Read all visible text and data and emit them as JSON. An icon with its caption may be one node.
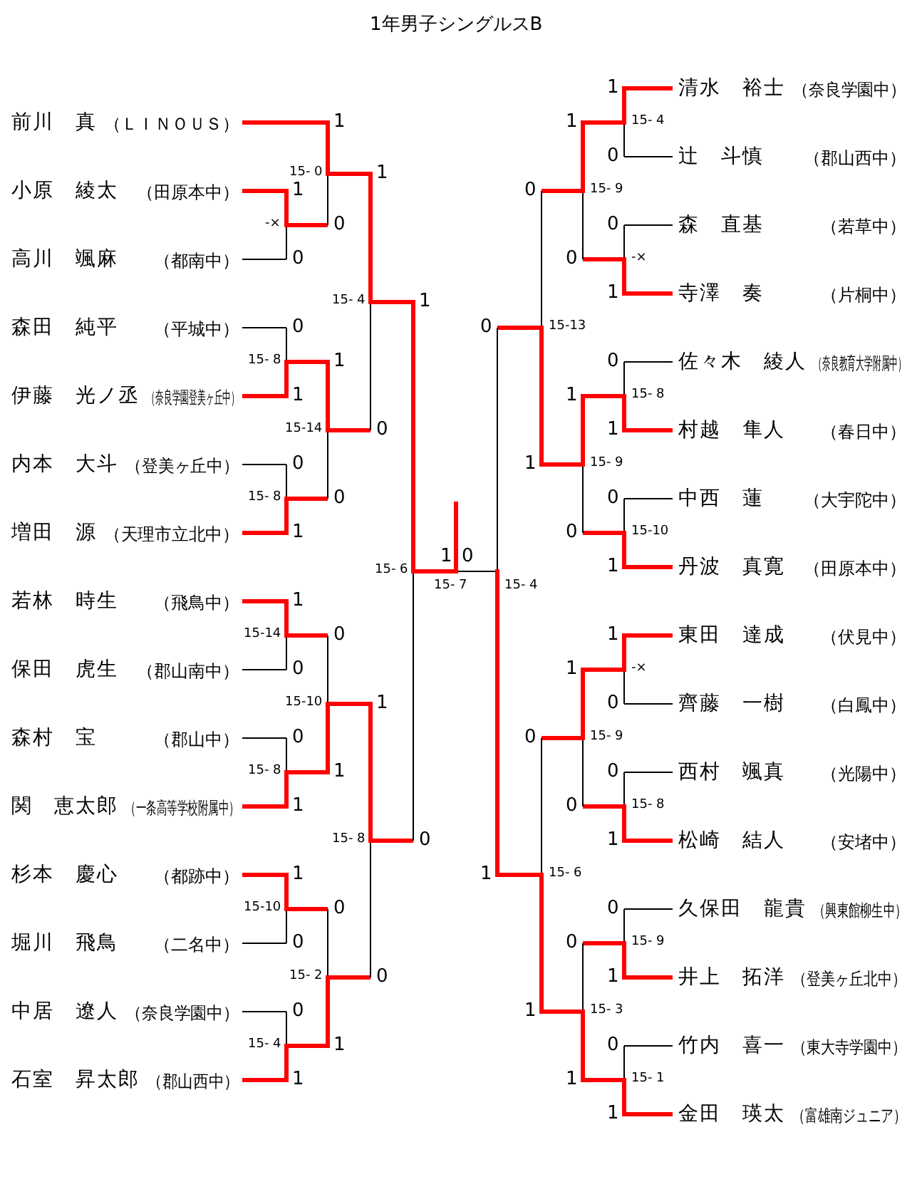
{
  "diagram": {
    "title": "1年男子シングルスB",
    "nodes": [
      {
        "text": [
          "前川　真",
          "（ＬＩＮＯＵＳ）"
        ]
      },
      {
        "text": [
          "小原　綾太",
          "（田原本中）"
        ]
      },
      {
        "text": [
          "高川　颯麻",
          "（都南中）"
        ]
      },
      {
        "text": [
          "森田　純平",
          "（平城中）"
        ]
      },
      {
        "text": [
          "伊藤　光ノ丞",
          "（奈良学園登美ヶ丘中）"
        ]
      },
      {
        "text": [
          "内本　大斗",
          "（登美ヶ丘中）"
        ]
      },
      {
        "text": [
          "増田　源",
          "（天理市立北中）"
        ]
      },
      {
        "text": [
          "若林　時生",
          "（飛鳥中）"
        ]
      },
      {
        "text": [
          "保田　虎生",
          "（郡山南中）"
        ]
      },
      {
        "text": [
          "森村　宝",
          "（郡山中）"
        ]
      },
      {
        "text": [
          "関　恵太郎",
          "（一条高等学校附属中）"
        ]
      },
      {
        "text": [
          "杉本　慶心",
          "（都跡中）"
        ]
      },
      {
        "text": [
          "堀川　飛鳥",
          "（二名中）"
        ]
      },
      {
        "text": [
          "中居　遼人",
          "（奈良学園中）"
        ]
      },
      {
        "text": [
          "石室　昇太郎",
          "（郡山西中）"
        ]
      },
      {
        "text": [],
        "shape": "bar",
        "beside": [
          "-×"
        ]
      },
      {
        "text": [],
        "shape": "bar",
        "beside": [
          "15- 8"
        ]
      },
      {
        "text": [],
        "shape": "bar",
        "beside": [
          "15- 8"
        ]
      },
      {
        "text": [],
        "shape": "bar",
        "beside": [
          "15-14"
        ]
      },
      {
        "text": [],
        "shape": "bar",
        "beside": [
          "15- 8"
        ]
      },
      {
        "text": [],
        "shape": "bar",
        "beside": [
          "15-10"
        ]
      },
      {
        "text": [],
        "shape": "bar",
        "beside": [
          "15- 4"
        ]
      },
      {
        "text": [],
        "shape": "bar",
        "beside": [
          "15- 0"
        ]
      },
      {
        "text": [],
        "shape": "bar",
        "beside": [
          "15-14"
        ]
      },
      {
        "text": [],
        "shape": "bar",
        "beside": [
          "15-10"
        ]
      },
      {
        "text": [],
        "shape": "bar",
        "beside": [
          "15- 2"
        ]
      },
      {
        "text": [],
        "shape": "bar",
        "beside": [
          "15- 4"
        ]
      },
      {
        "text": [],
        "shape": "bar",
        "beside": [
          "15- 8"
        ]
      },
      {
        "text": [],
        "shape": "bar",
        "beside": [
          "15- 6"
        ]
      },
      {
        "text": [],
        "shape": "bar",
        "beside": [
          "15- 7"
        ]
      },
      {
        "text": [],
        "shape": "bar",
        "beside": [
          "15- 4"
        ]
      },
      {
        "text": [],
        "shape": "bar",
        "beside": [
          "15-13"
        ]
      },
      {
        "text": [],
        "shape": "bar",
        "beside": [
          "15- 6"
        ]
      },
      {
        "text": [],
        "shape": "bar",
        "beside": [
          "15- 9"
        ]
      },
      {
        "text": [],
        "shape": "bar",
        "beside": [
          "15- 9"
        ]
      },
      {
        "text": [],
        "shape": "bar",
        "beside": [
          "15- 9"
        ]
      },
      {
        "text": [],
        "shape": "bar",
        "beside": [
          "15- 3"
        ]
      },
      {
        "text": [],
        "shape": "bar",
        "beside": [
          "15- 4"
        ]
      },
      {
        "text": [],
        "shape": "bar",
        "beside": [
          "-×"
        ]
      },
      {
        "text": [],
        "shape": "bar",
        "beside": [
          "15- 8"
        ]
      },
      {
        "text": [],
        "shape": "bar",
        "beside": [
          "15-10"
        ]
      },
      {
        "text": [],
        "shape": "bar",
        "beside": [
          "-×"
        ]
      },
      {
        "text": [],
        "shape": "bar",
        "beside": [
          "15- 8"
        ]
      },
      {
        "text": [],
        "shape": "bar",
        "beside": [
          "15- 9"
        ]
      },
      {
        "text": [],
        "shape": "bar",
        "beside": [
          "15- 1"
        ]
      },
      {
        "text": [
          "清水　裕士",
          "（奈良学園中）"
        ]
      },
      {
        "text": [
          "辻　斗慎",
          "（郡山西中）"
        ]
      },
      {
        "text": [
          "森　直基",
          "（若草中）"
        ]
      },
      {
        "text": [
          "寺澤　奏",
          "（片桐中）"
        ]
      },
      {
        "text": [
          "佐々木　綾人",
          "（奈良教育大学附属中）"
        ]
      },
      {
        "text": [
          "村越　隼人",
          "（春日中）"
        ]
      },
      {
        "text": [
          "中西　蓮",
          "（大宇陀中）"
        ]
      },
      {
        "text": [
          "丹波　真寛",
          "（田原本中）"
        ]
      },
      {
        "text": [
          "東田　達成",
          "（伏見中）"
        ]
      },
      {
        "text": [
          "齊藤　一樹",
          "（白鳳中）"
        ]
      },
      {
        "text": [
          "西村　颯真",
          "（光陽中）"
        ]
      },
      {
        "text": [
          "松崎　結人",
          "（安堵中）"
        ]
      },
      {
        "text": [
          "久保田　龍貴",
          "（興東館柳生中）"
        ]
      },
      {
        "text": [
          "井上　拓洋",
          "（登美ヶ丘北中）"
        ]
      },
      {
        "text": [
          "竹内　喜一",
          "（東大寺学園中）"
        ]
      },
      {
        "text": [
          "金田　瑛太",
          "（富雄南ジュニア）"
        ]
      }
    ],
    "edges": [
      {
        "from": 0,
        "to": 22,
        "arrow": "none",
        "label": "1"
      },
      {
        "from": 1,
        "to": 15,
        "arrow": "none",
        "label": "1"
      },
      {
        "from": 2,
        "to": 15,
        "arrow": "none",
        "label": "0",
        "color": "#000000"
      },
      {
        "from": 3,
        "to": 16,
        "arrow": "none",
        "label": "0",
        "color": "#000000"
      },
      {
        "from": 4,
        "to": 16,
        "arrow": "none",
        "label": "1"
      },
      {
        "from": 5,
        "to": 17,
        "arrow": "none",
        "label": "0",
        "color": "#000000"
      },
      {
        "from": 6,
        "to": 17,
        "arrow": "none",
        "label": "1"
      },
      {
        "from": 7,
        "to": 18,
        "arrow": "none",
        "label": "1"
      },
      {
        "from": 8,
        "to": 18,
        "arrow": "none",
        "label": "0",
        "color": "#000000"
      },
      {
        "from": 9,
        "to": 19,
        "arrow": "none",
        "label": "0",
        "color": "#000000"
      },
      {
        "from": 10,
        "to": 19,
        "arrow": "none",
        "label": "1"
      },
      {
        "from": 11,
        "to": 20,
        "arrow": "none",
        "label": "1"
      },
      {
        "from": 12,
        "to": 20,
        "arrow": "none",
        "label": "0",
        "color": "#000000"
      },
      {
        "from": 13,
        "to": 21,
        "arrow": "none",
        "label": "0",
        "color": "#000000"
      },
      {
        "from": 14,
        "to": 21,
        "arrow": "none",
        "label": "1"
      },
      {
        "from": 15,
        "to": 22,
        "arrow": "none",
        "label": "0"
      },
      {
        "from": 16,
        "to": 23,
        "arrow": "none",
        "label": "1"
      },
      {
        "from": 17,
        "to": 23,
        "arrow": "none",
        "label": "0"
      },
      {
        "from": 18,
        "to": 24,
        "arrow": "none",
        "label": "0"
      },
      {
        "from": 19,
        "to": 24,
        "arrow": "none",
        "label": "1"
      },
      {
        "from": 20,
        "to": 25,
        "arrow": "none",
        "label": "0"
      },
      {
        "from": 21,
        "to": 25,
        "arrow": "none",
        "label": "1"
      },
      {
        "from": 22,
        "to": 26,
        "arrow": "none",
        "label": "1"
      },
      {
        "from": 23,
        "to": 26,
        "arrow": "none",
        "label": "0"
      },
      {
        "from": 24,
        "to": 27,
        "arrow": "none",
        "label": "1"
      },
      {
        "from": 25,
        "to": 27,
        "arrow": "none",
        "label": "0"
      },
      {
        "from": 26,
        "to": 28,
        "arrow": "none",
        "label": "1"
      },
      {
        "from": 27,
        "to": 28,
        "arrow": "none",
        "label": "0"
      },
      {
        "from": 28,
        "to": 29,
        "arrow": "none",
        "label": "1"
      },
      {
        "from": 30,
        "to": 29,
        "arrow": "none",
        "label": "0",
        "color": "#000000"
      },
      {
        "from": 31,
        "to": 30,
        "arrow": "none",
        "label": "0"
      },
      {
        "from": 32,
        "to": 30,
        "arrow": "none",
        "label": "1"
      },
      {
        "from": 33,
        "to": 31,
        "arrow": "none",
        "label": "0"
      },
      {
        "from": 34,
        "to": 31,
        "arrow": "none",
        "label": "1"
      },
      {
        "from": 35,
        "to": 32,
        "arrow": "none",
        "label": "0"
      },
      {
        "from": 36,
        "to": 32,
        "arrow": "none",
        "label": "1"
      },
      {
        "from": 37,
        "to": 33,
        "arrow": "none",
        "label": "1"
      },
      {
        "from": 38,
        "to": 33,
        "arrow": "none",
        "label": "0"
      },
      {
        "from": 39,
        "to": 34,
        "arrow": "none",
        "label": "1"
      },
      {
        "from": 40,
        "to": 34,
        "arrow": "none",
        "label": "0"
      },
      {
        "from": 41,
        "to": 35,
        "arrow": "none",
        "label": "1"
      },
      {
        "from": 42,
        "to": 35,
        "arrow": "none",
        "label": "0"
      },
      {
        "from": 43,
        "to": 36,
        "arrow": "none",
        "label": "0"
      },
      {
        "from": 44,
        "to": 36,
        "arrow": "none",
        "label": "1"
      },
      {
        "from": 45,
        "to": 37,
        "arrow": "none",
        "label": "1"
      },
      {
        "from": 46,
        "to": 37,
        "arrow": "none",
        "label": "0",
        "color": "#000000"
      },
      {
        "from": 47,
        "to": 38,
        "arrow": "none",
        "label": "0",
        "color": "#000000"
      },
      {
        "from": 48,
        "to": 38,
        "arrow": "none",
        "label": "1"
      },
      {
        "from": 49,
        "to": 39,
        "arrow": "none",
        "label": "0",
        "color": "#000000"
      },
      {
        "from": 50,
        "to": 39,
        "arrow": "none",
        "label": "1"
      },
      {
        "from": 51,
        "to": 40,
        "arrow": "none",
        "label": "0",
        "color": "#000000"
      },
      {
        "from": 52,
        "to": 40,
        "arrow": "none",
        "label": "1"
      },
      {
        "from": 53,
        "to": 41,
        "arrow": "none",
        "label": "1"
      },
      {
        "from": 54,
        "to": 41,
        "arrow": "none",
        "label": "0",
        "color": "#000000"
      },
      {
        "from": 55,
        "to": 42,
        "arrow": "none",
        "label": "0",
        "color": "#000000"
      },
      {
        "from": 56,
        "to": 42,
        "arrow": "none",
        "label": "1"
      },
      {
        "from": 57,
        "to": 43,
        "arrow": "none",
        "label": "0",
        "color": "#000000"
      },
      {
        "from": 58,
        "to": 43,
        "arrow": "none",
        "label": "1"
      },
      {
        "from": 59,
        "to": 44,
        "arrow": "none",
        "label": "0",
        "color": "#000000"
      },
      {
        "from": 60,
        "to": 44,
        "arrow": "none",
        "label": "1"
      }
    ]
  }
}
